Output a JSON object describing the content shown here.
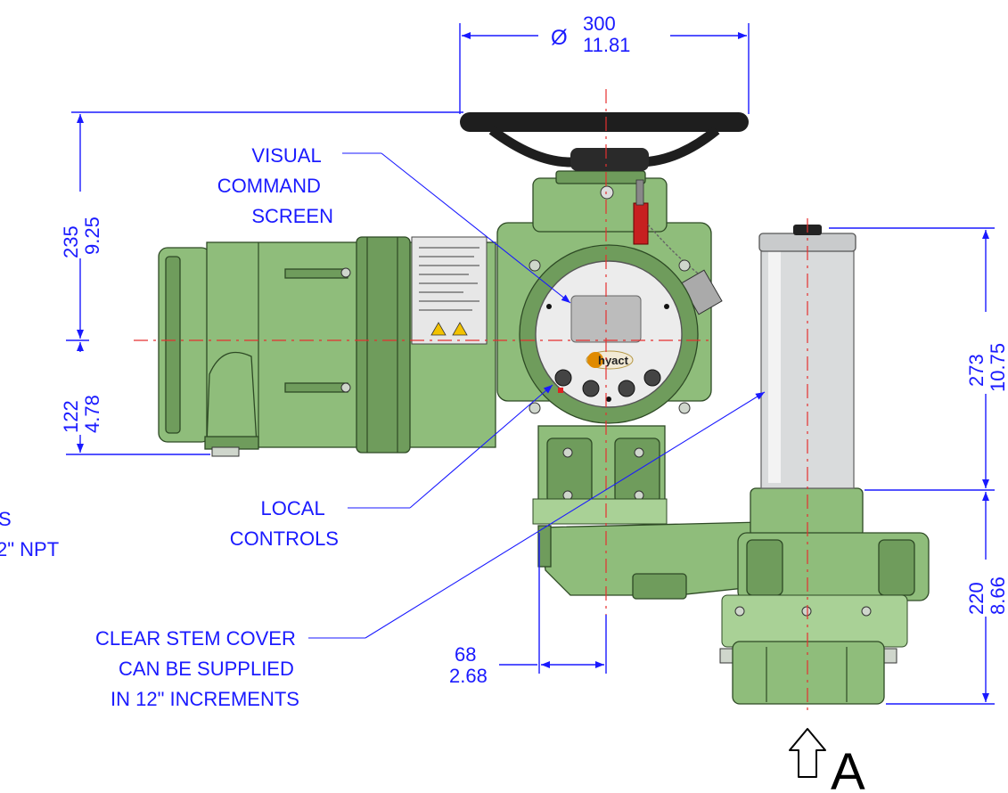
{
  "dimensions": {
    "handwheel_diameter": {
      "symbol": "Ø",
      "mm": "300",
      "in": "11.81"
    },
    "top_height": {
      "mm": "235",
      "in": "9.25"
    },
    "lower_height": {
      "mm": "122",
      "in": "4.78"
    },
    "stem_cover_height": {
      "mm": "273",
      "in": "10.75"
    },
    "base_height": {
      "mm": "220",
      "in": "8.66"
    },
    "offset": {
      "mm": "68",
      "in": "2.68"
    }
  },
  "callouts": {
    "visual_command_screen": [
      "VISUAL",
      "COMMAND",
      "SCREEN"
    ],
    "local_controls": [
      "LOCAL",
      "CONTROLS"
    ],
    "clear_stem_cover": [
      "CLEAR STEM COVER",
      "CAN BE SUPPLIED",
      "IN 12\" INCREMENTS"
    ],
    "partial_left": [
      "S",
      "2\" NPT"
    ]
  },
  "view_marker": "A",
  "brand": "hyact",
  "colors": {
    "dimension_blue": "#1a1aff",
    "centerline_red": "#e53030",
    "actuator_green": "#8fbd7b",
    "handwheel_black": "#1e1e1e"
  }
}
